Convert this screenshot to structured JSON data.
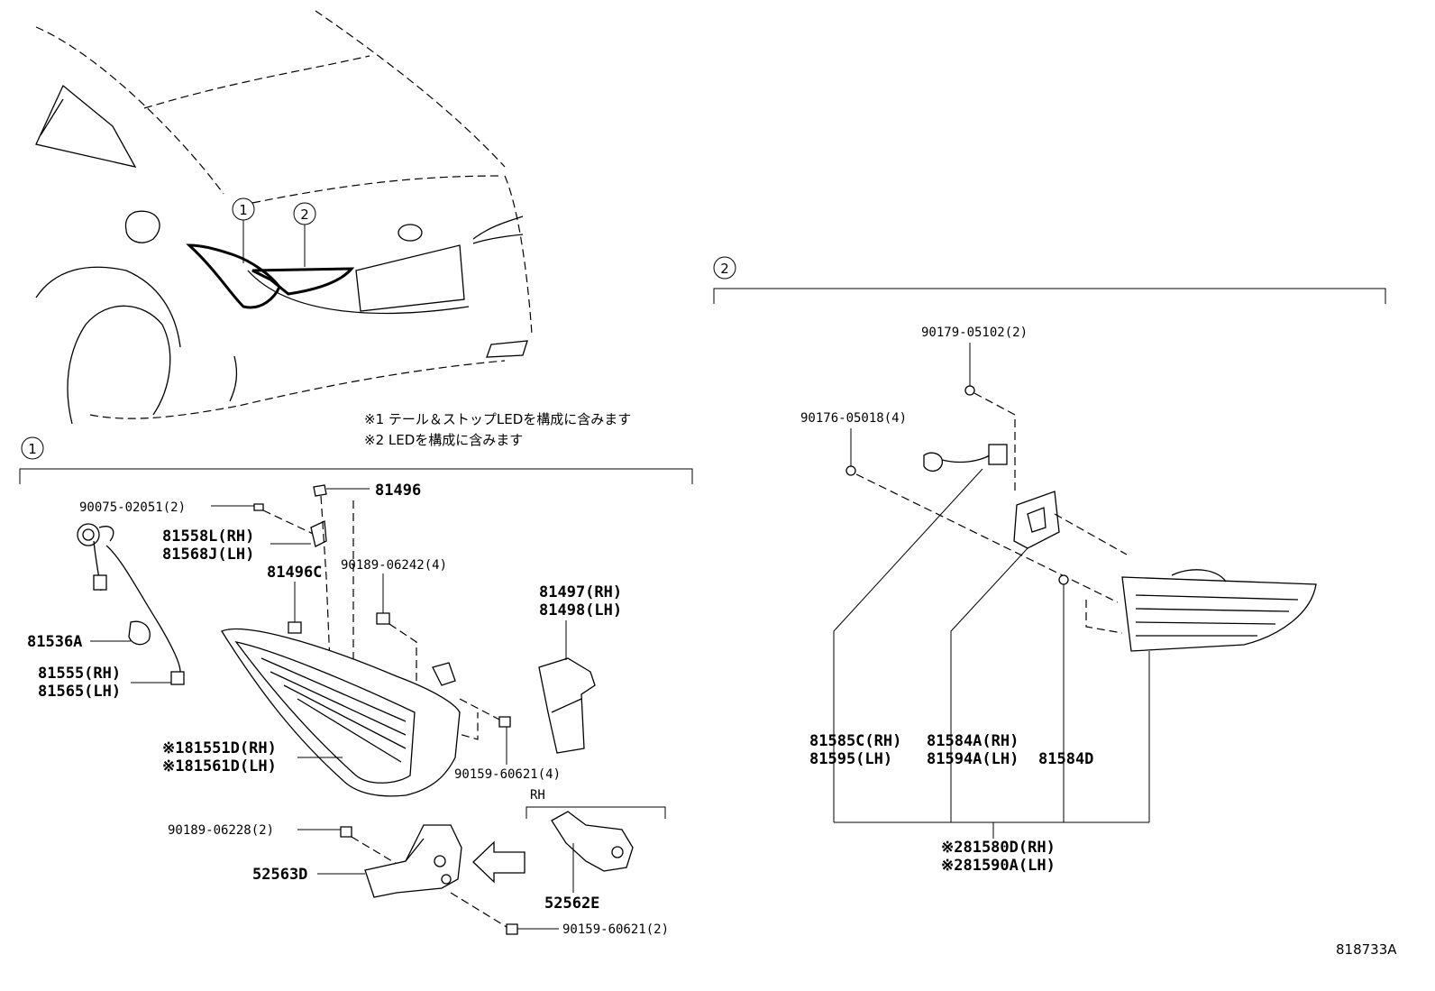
{
  "notes": {
    "note1": "※1 テール＆ストップLEDを構成に含みます",
    "note2": "※2 LEDを構成に含みます"
  },
  "callouts": {
    "c1": "1",
    "c2": "2"
  },
  "section1": {
    "label": "1",
    "parts": {
      "p81496": "81496",
      "p90075": "90075-02051(2)",
      "p81558L": "81558L(RH)",
      "p81568J": "81568J(LH)",
      "p81496C": "81496C",
      "p90189_06242": "90189-06242(4)",
      "p81497": "81497(RH)",
      "p81498": "81498(LH)",
      "p81536A": "81536A",
      "p81555": "81555(RH)",
      "p81565": "81565(LH)",
      "p81551D": "※181551D(RH)",
      "p81561D": "※181561D(LH)",
      "p90159_4": "90159-60621(4)",
      "p90189_06228": "90189-06228(2)",
      "p52563D": "52563D",
      "p52562E": "52562E",
      "p90159_2": "90159-60621(2)",
      "rh": "RH"
    }
  },
  "section2": {
    "label": "2",
    "parts": {
      "p90179": "90179-05102(2)",
      "p90176": "90176-05018(4)",
      "p81585C": "81585C(RH)",
      "p81595": "81595(LH)",
      "p81584A": "81584A(RH)",
      "p81594A": "81594A(LH)",
      "p81584D": "81584D",
      "p81580D": "※281580D(RH)",
      "p81590A": "※281590A(LH)"
    }
  },
  "reference": "818733A"
}
